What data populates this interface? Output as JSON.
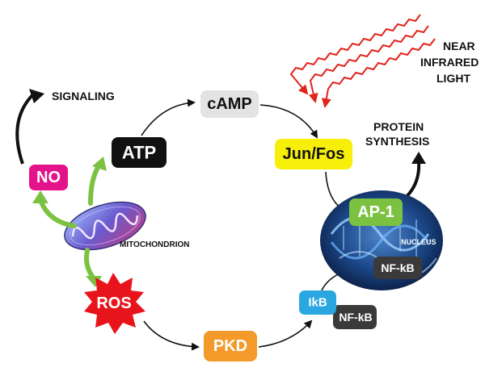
{
  "nodes": {
    "no": {
      "label": "NO",
      "fill": "#e5138b",
      "text_color": "#ffffff"
    },
    "atp": {
      "label": "ATP",
      "fill": "#111111",
      "text_color": "#ffffff"
    },
    "camp": {
      "label": "cAMP",
      "fill": "#e3e3e3",
      "text_color": "#111111"
    },
    "jun_fos": {
      "label": "Jun/Fos",
      "fill": "#f7ef0a",
      "text_color": "#111111"
    },
    "ap1": {
      "label": "AP-1",
      "fill": "#7cc242",
      "text_color": "#ffffff"
    },
    "nfkb_nucleus": {
      "label": "NF-kB",
      "fill": "#3a3a3a",
      "text_color": "#ffffff"
    },
    "ikb": {
      "label": "IkB",
      "fill": "#2aa7e0",
      "text_color": "#ffffff"
    },
    "nfkb_cyto": {
      "label": "NF-kB",
      "fill": "#3a3a3a",
      "text_color": "#ffffff"
    },
    "pkd": {
      "label": "PKD",
      "fill": "#f39a2b",
      "text_color": "#ffffff"
    },
    "ros": {
      "label": "ROS",
      "fill": "#e8141b",
      "text_color": "#ffffff"
    }
  },
  "labels": {
    "signaling": "SIGNALING",
    "mitochondrion": "MITOCHONDRION",
    "nucleus": "NUCLEUS",
    "protein_synthesis_line1": "PROTEIN",
    "protein_synthesis_line2": "SYNTHESIS",
    "nir_line1": "NEAR",
    "nir_line2": "INFRARED",
    "nir_line3": "LIGHT"
  },
  "colors": {
    "arrow_green": "#7cc242",
    "arrow_black": "#111111",
    "light_red": "#e2231a",
    "nucleus_blue": "#1c3f7a"
  },
  "icons": [
    "mitochondrion-illustration",
    "nucleus-dna-illustration",
    "light-wave-icon"
  ]
}
